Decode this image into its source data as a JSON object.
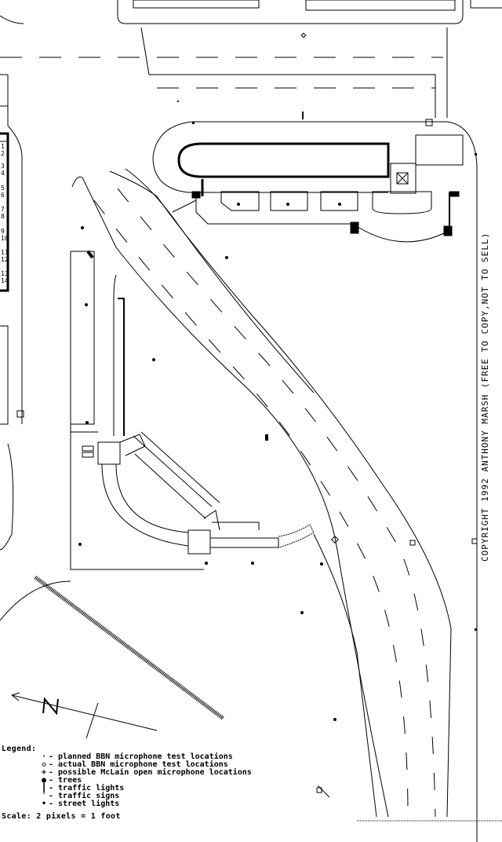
{
  "copyright": "COPYRIGHT 1992 ANTHONY MARSH (FREE TO COPY,NOT TO SELL)",
  "building_numbers": [
    "1",
    "2",
    "3",
    "4",
    "5",
    "6",
    "7",
    "8",
    "9",
    "10",
    "11",
    "12",
    "13",
    "14"
  ],
  "legend": {
    "title": "Legend:",
    "items": [
      {
        "symbol": "·",
        "label": "- planned BBN microphone test locations"
      },
      {
        "symbol": "◇",
        "label": "- actual BBN microphone test locations"
      },
      {
        "symbol": "+",
        "label": "- possible McLain open microphone locations"
      },
      {
        "symbol": "●",
        "label": "- trees"
      },
      {
        "symbol": "┃",
        "label": "- traffic lights"
      },
      {
        "symbol": "ˈ",
        "label": "- traffic signs"
      },
      {
        "symbol": "•",
        "label": "- street lights"
      }
    ],
    "scale": "Scale: 2 pixels = 1 foot"
  },
  "north_label": "N"
}
